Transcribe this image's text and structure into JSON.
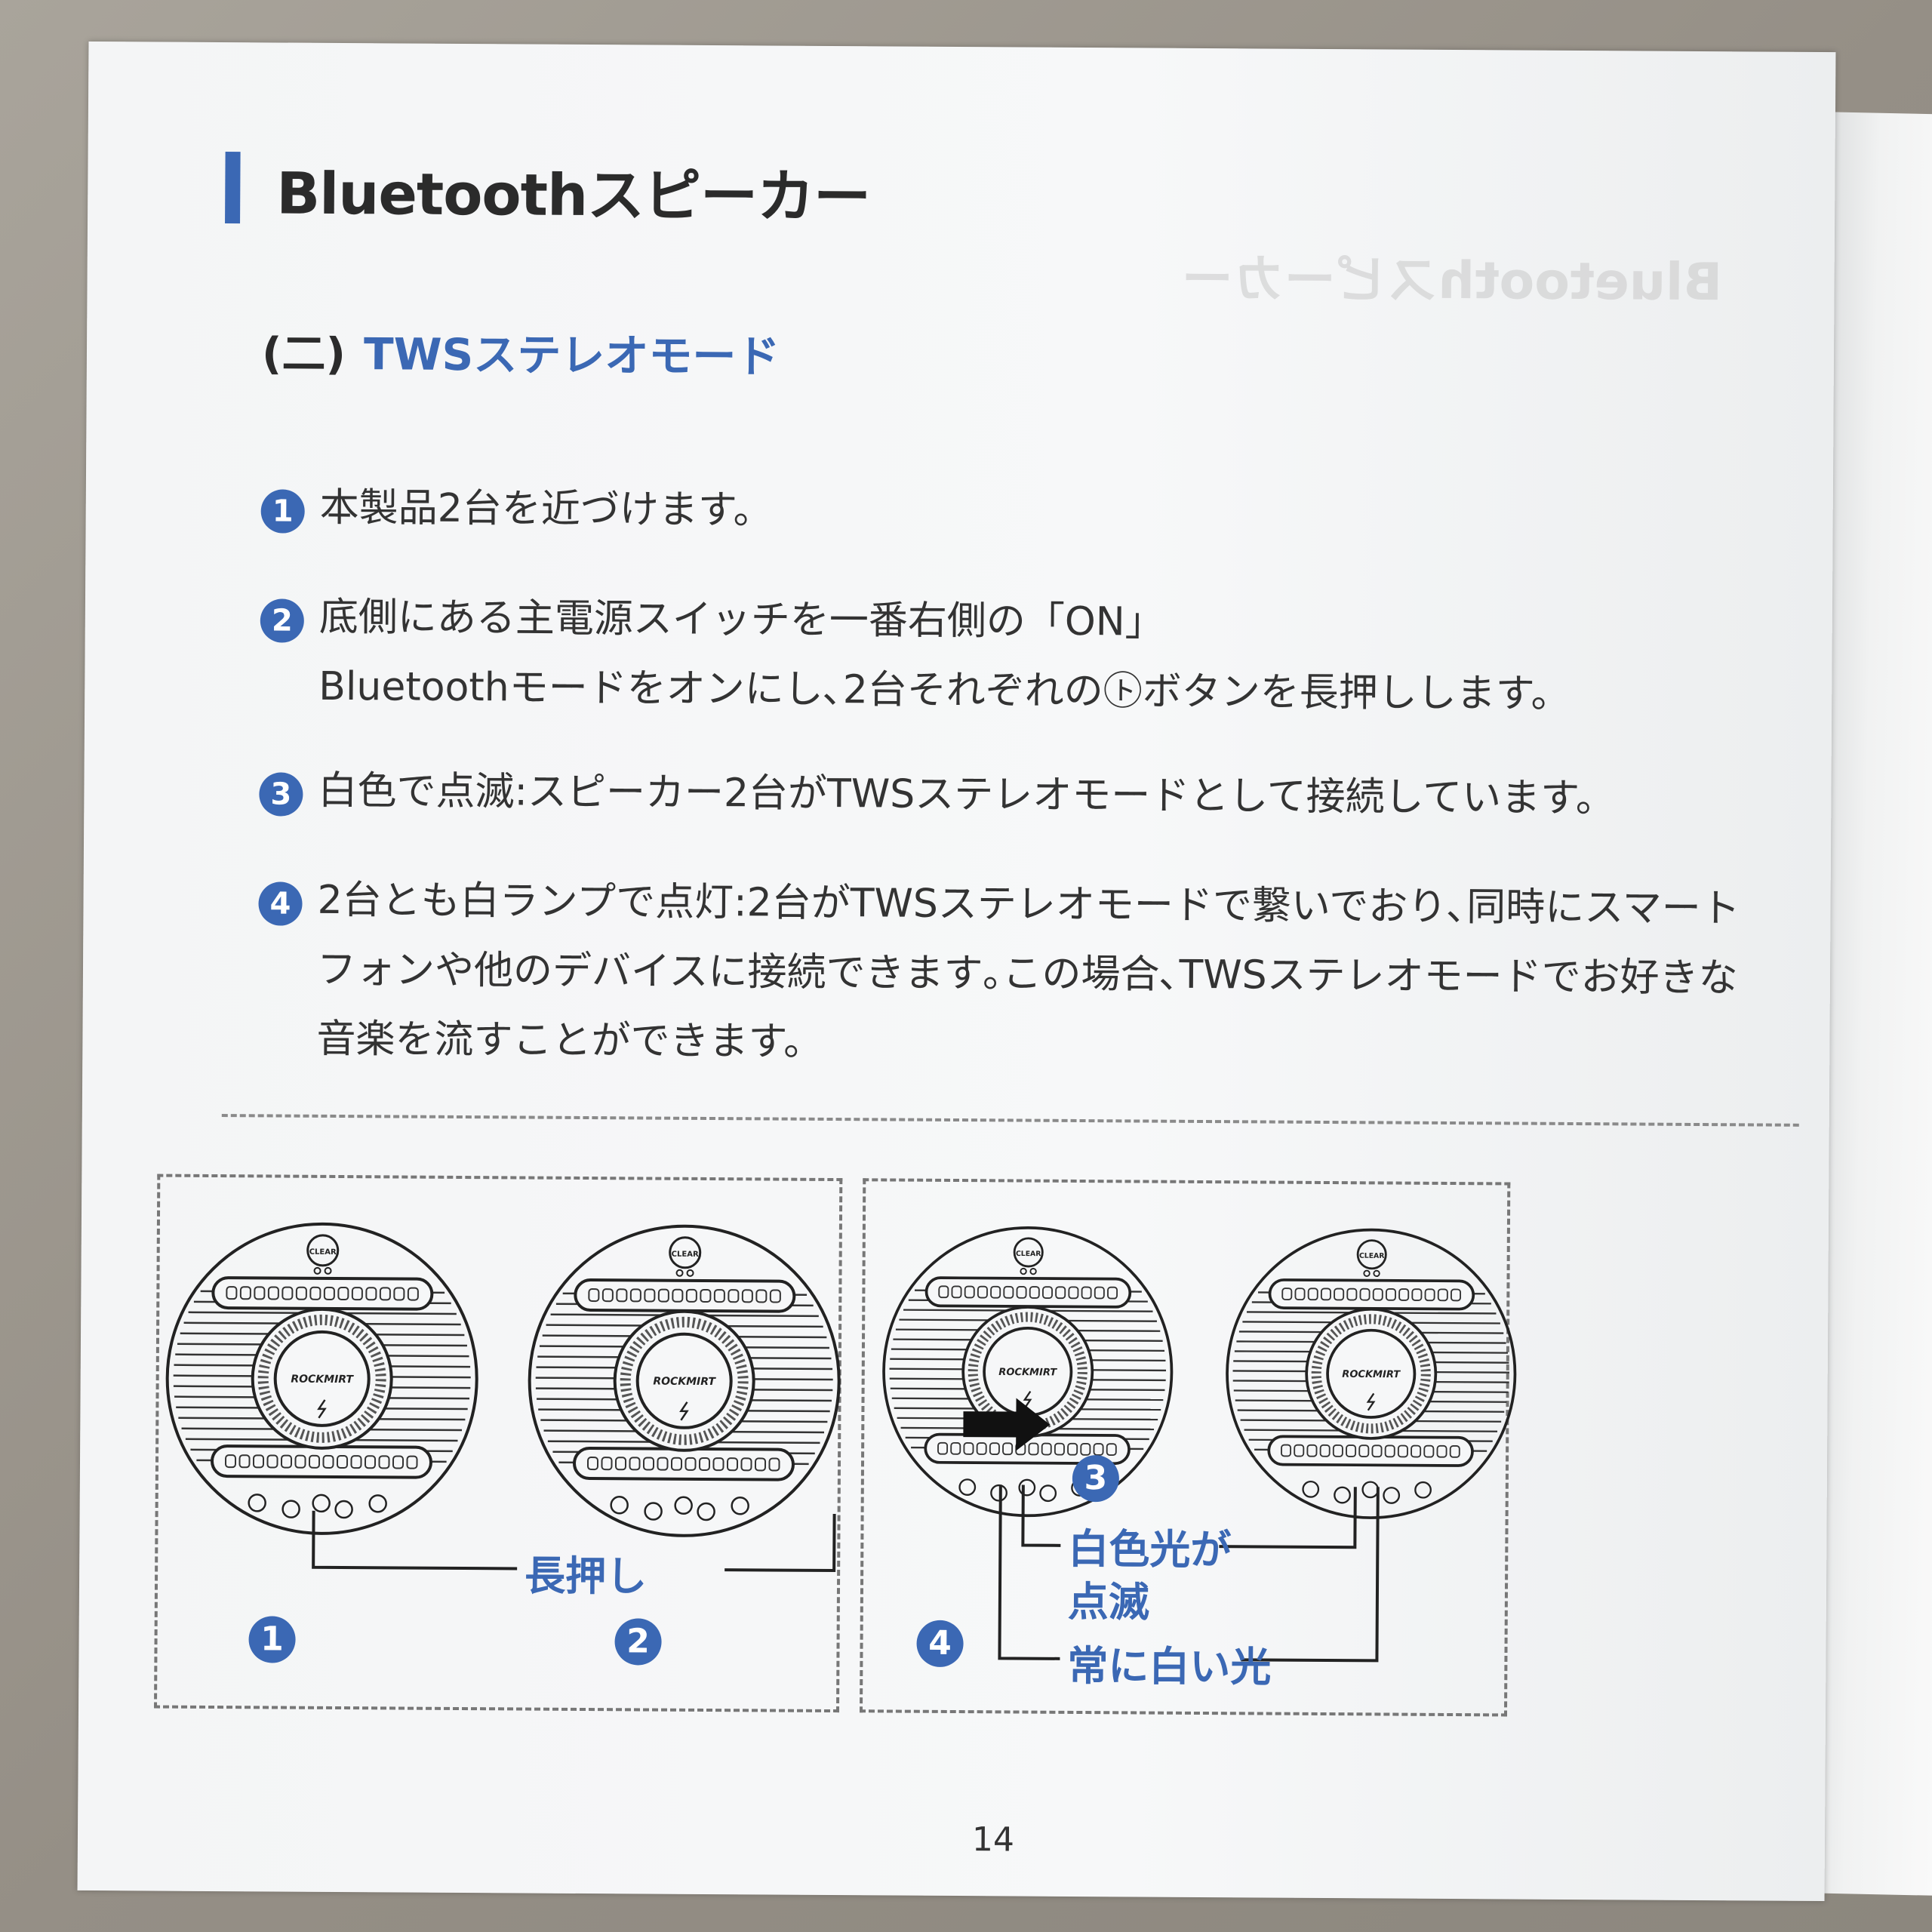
{
  "title": "Bluetoothスピーカー",
  "subheading": {
    "prefix": "(二)",
    "mode": "TWSステレオモード"
  },
  "steps": [
    {
      "num": "1",
      "line1": "本製品2台を近づけます。"
    },
    {
      "num": "2",
      "line1": "底側にある主電源スイッチを一番右側の「ON」",
      "line2": "Bluetoothモードをオンにし､2台それぞれの㋣ボタンを長押しします。"
    },
    {
      "num": "3",
      "line1": "白色で点滅:スピーカー2台がTWSステレオモードとして接続しています。"
    },
    {
      "num": "4",
      "line1": "2台とも白ランプで点灯:2台がTWSステレオモードで繋いでおり､同時にスマート",
      "line2": "フォンや他のデバイスに接続できます｡この場合､TWSステレオモードでお好きな",
      "line3": "音楽を流すことができます。"
    }
  ],
  "diagram": {
    "left_panel": {
      "label": "長押し",
      "nums": [
        "1",
        "2"
      ]
    },
    "right_panel": {
      "num_top": "3",
      "label_blink_1": "白色光が",
      "label_blink_2": "点滅",
      "num_bottom": "4",
      "label_solid": "常に白い光"
    },
    "brand": "ROCKMIRT",
    "clear_label": "CLEAR"
  },
  "page_number": "14",
  "colors": {
    "accent": "#3b68b4",
    "text": "#333333"
  }
}
